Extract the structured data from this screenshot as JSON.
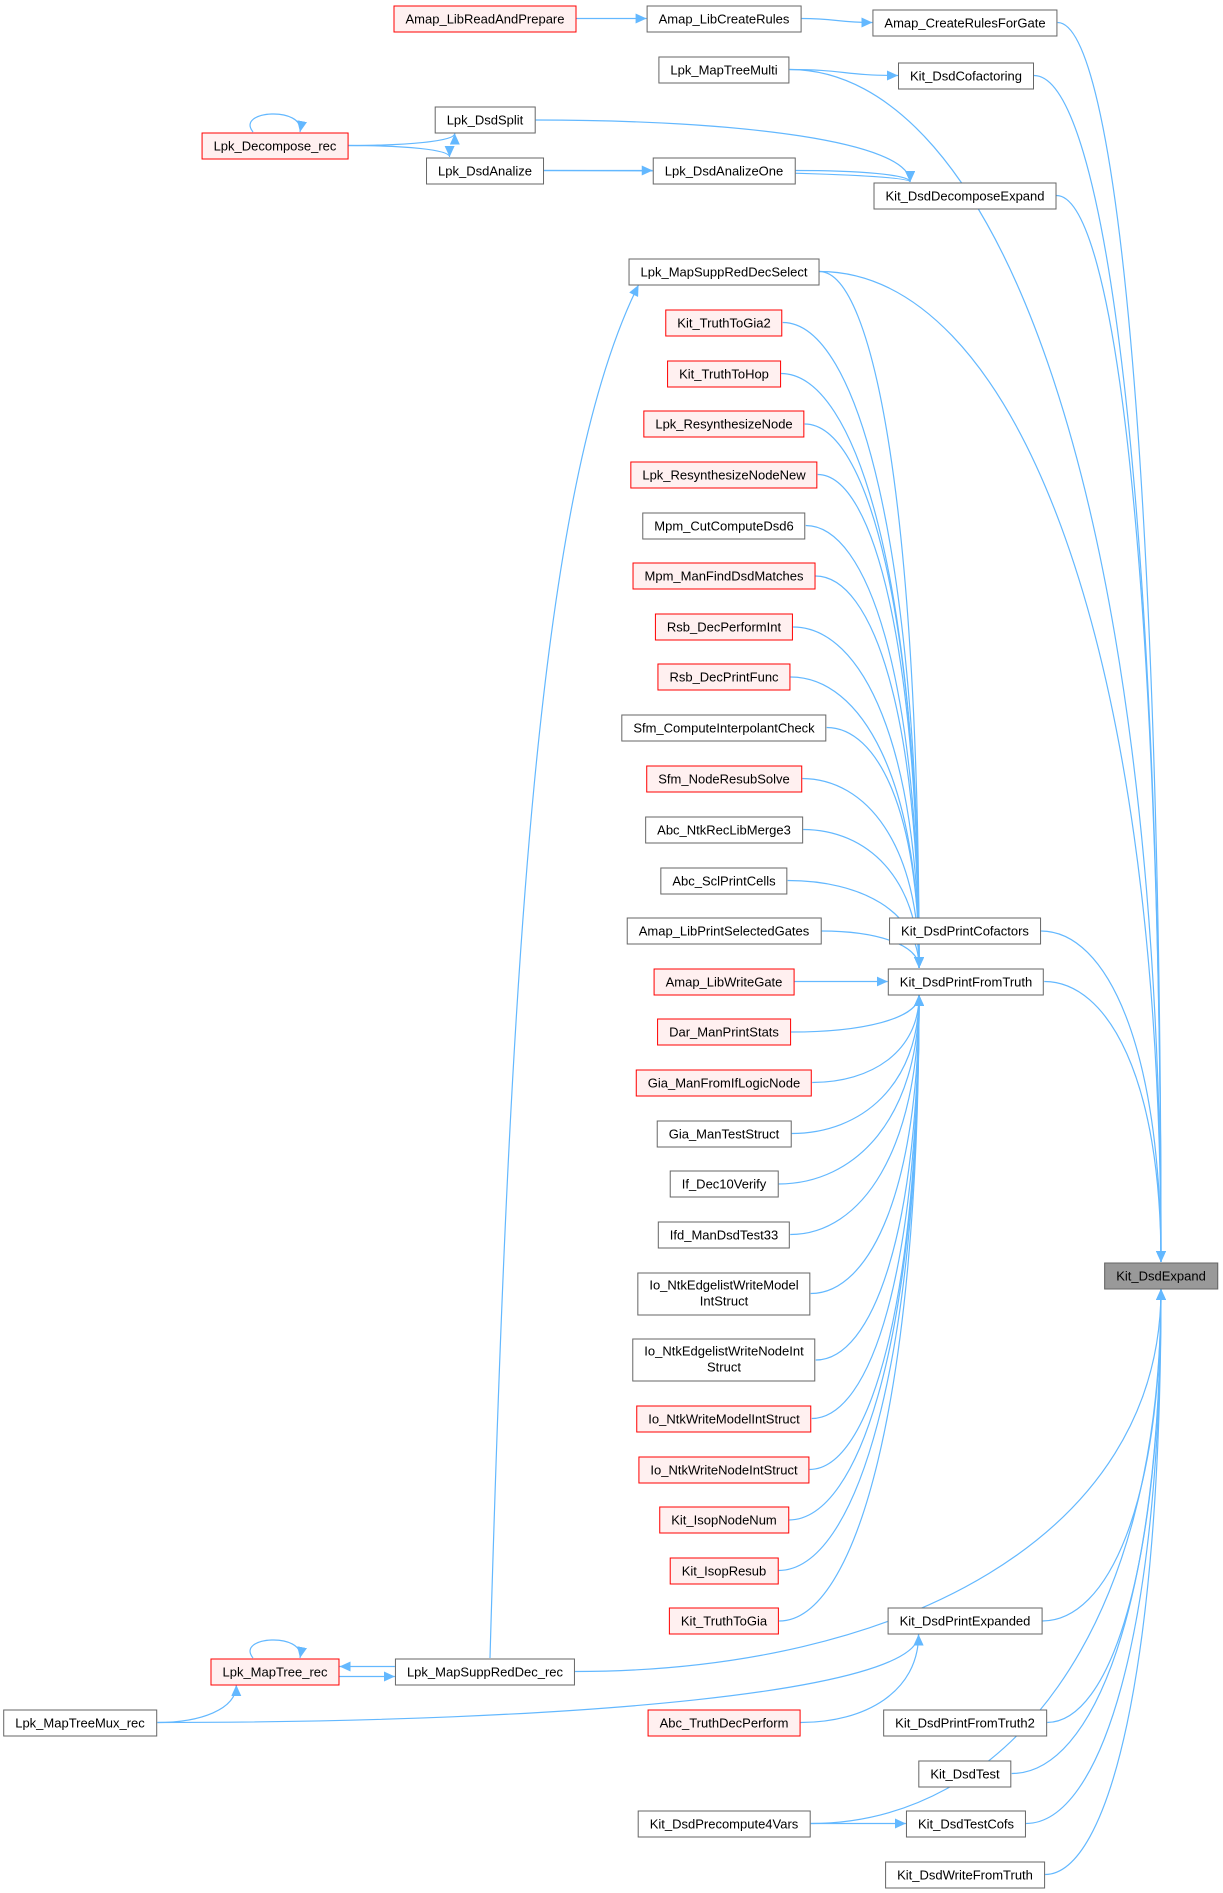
{
  "graph": {
    "focus_node": "Kit_DsdExpand",
    "colors": {
      "edge": "#63b8ff",
      "node_border": "#666666",
      "red_border": "#ff0000",
      "red_fill": "#fff0f0",
      "focus_fill": "#999999"
    },
    "nodes": [
      {
        "label": "Kit_DsdExpand",
        "kind": "focus"
      },
      {
        "label": "Amap_LibReadAndPrepare",
        "kind": "red"
      },
      {
        "label": "Amap_LibCreateRules",
        "kind": "normal"
      },
      {
        "label": "Amap_CreateRulesForGate",
        "kind": "normal"
      },
      {
        "label": "Lpk_MapTreeMulti",
        "kind": "normal"
      },
      {
        "label": "Kit_DsdCofactoring",
        "kind": "normal"
      },
      {
        "label": "Lpk_Decompose_rec",
        "kind": "red"
      },
      {
        "label": "Lpk_DsdSplit",
        "kind": "normal"
      },
      {
        "label": "Lpk_DsdAnalize",
        "kind": "normal"
      },
      {
        "label": "Lpk_DsdAnalizeOne",
        "kind": "normal"
      },
      {
        "label": "Kit_DsdDecomposeExpand",
        "kind": "normal"
      },
      {
        "label": "Lpk_MapSuppRedDecSelect",
        "kind": "normal"
      },
      {
        "label": "Kit_TruthToGia2",
        "kind": "red"
      },
      {
        "label": "Kit_TruthToHop",
        "kind": "red"
      },
      {
        "label": "Lpk_ResynthesizeNode",
        "kind": "red"
      },
      {
        "label": "Lpk_ResynthesizeNodeNew",
        "kind": "red"
      },
      {
        "label": "Mpm_CutComputeDsd6",
        "kind": "normal"
      },
      {
        "label": "Mpm_ManFindDsdMatches",
        "kind": "red"
      },
      {
        "label": "Rsb_DecPerformInt",
        "kind": "red"
      },
      {
        "label": "Rsb_DecPrintFunc",
        "kind": "red"
      },
      {
        "label": "Sfm_ComputeInterpolantCheck",
        "kind": "normal"
      },
      {
        "label": "Sfm_NodeResubSolve",
        "kind": "red"
      },
      {
        "label": "Abc_NtkRecLibMerge3",
        "kind": "normal"
      },
      {
        "label": "Abc_SclPrintCells",
        "kind": "normal"
      },
      {
        "label": "Amap_LibPrintSelectedGates",
        "kind": "normal"
      },
      {
        "label": "Amap_LibWriteGate",
        "kind": "red"
      },
      {
        "label": "Dar_ManPrintStats",
        "kind": "red"
      },
      {
        "label": "Gia_ManFromIfLogicNode",
        "kind": "red"
      },
      {
        "label": "Gia_ManTestStruct",
        "kind": "normal"
      },
      {
        "label": "If_Dec10Verify",
        "kind": "normal"
      },
      {
        "label": "Ifd_ManDsdTest33",
        "kind": "normal"
      },
      {
        "label": "Io_NtkEdgelistWriteModel\nIntStruct",
        "kind": "normal"
      },
      {
        "label": "Io_NtkEdgelistWriteNodeInt\nStruct",
        "kind": "normal"
      },
      {
        "label": "Io_NtkWriteModelIntStruct",
        "kind": "red"
      },
      {
        "label": "Io_NtkWriteNodeIntStruct",
        "kind": "red"
      },
      {
        "label": "Kit_IsopNodeNum",
        "kind": "red"
      },
      {
        "label": "Kit_IsopResub",
        "kind": "red"
      },
      {
        "label": "Kit_TruthToGia",
        "kind": "red"
      },
      {
        "label": "Kit_DsdPrintCofactors",
        "kind": "normal"
      },
      {
        "label": "Kit_DsdPrintFromTruth",
        "kind": "normal"
      },
      {
        "label": "Kit_DsdPrintExpanded",
        "kind": "normal"
      },
      {
        "label": "Lpk_MapTree_rec",
        "kind": "red"
      },
      {
        "label": "Lpk_MapSuppRedDec_rec",
        "kind": "normal"
      },
      {
        "label": "Lpk_MapTreeMux_rec",
        "kind": "normal"
      },
      {
        "label": "Abc_TruthDecPerform",
        "kind": "red"
      },
      {
        "label": "Kit_DsdPrintFromTruth2",
        "kind": "normal"
      },
      {
        "label": "Kit_DsdTest",
        "kind": "normal"
      },
      {
        "label": "Kit_DsdPrecompute4Vars",
        "kind": "normal"
      },
      {
        "label": "Kit_DsdTestCofs",
        "kind": "normal"
      },
      {
        "label": "Kit_DsdWriteFromTruth",
        "kind": "normal"
      }
    ],
    "edges": [
      [
        1,
        2
      ],
      [
        2,
        3
      ],
      [
        3,
        0
      ],
      [
        4,
        5
      ],
      [
        4,
        0
      ],
      [
        5,
        0
      ],
      [
        6,
        6
      ],
      [
        6,
        7
      ],
      [
        6,
        8
      ],
      [
        7,
        10
      ],
      [
        8,
        9
      ],
      [
        8,
        10
      ],
      [
        9,
        10
      ],
      [
        10,
        0
      ],
      [
        11,
        39
      ],
      [
        11,
        0
      ],
      [
        12,
        39
      ],
      [
        13,
        39
      ],
      [
        14,
        39
      ],
      [
        15,
        39
      ],
      [
        16,
        39
      ],
      [
        17,
        39
      ],
      [
        18,
        39
      ],
      [
        19,
        39
      ],
      [
        20,
        39
      ],
      [
        21,
        39
      ],
      [
        22,
        39
      ],
      [
        23,
        39
      ],
      [
        24,
        39
      ],
      [
        25,
        39
      ],
      [
        26,
        39
      ],
      [
        27,
        39
      ],
      [
        28,
        39
      ],
      [
        29,
        39
      ],
      [
        30,
        39
      ],
      [
        31,
        39
      ],
      [
        32,
        39
      ],
      [
        33,
        39
      ],
      [
        34,
        39
      ],
      [
        35,
        39
      ],
      [
        36,
        39
      ],
      [
        37,
        39
      ],
      [
        38,
        0
      ],
      [
        39,
        0
      ],
      [
        40,
        0
      ],
      [
        41,
        41
      ],
      [
        41,
        42
      ],
      [
        42,
        41
      ],
      [
        42,
        11
      ],
      [
        42,
        0
      ],
      [
        43,
        41
      ],
      [
        43,
        40
      ],
      [
        44,
        40
      ],
      [
        45,
        0
      ],
      [
        46,
        0
      ],
      [
        47,
        0
      ],
      [
        47,
        48
      ],
      [
        48,
        0
      ],
      [
        49,
        0
      ]
    ]
  }
}
